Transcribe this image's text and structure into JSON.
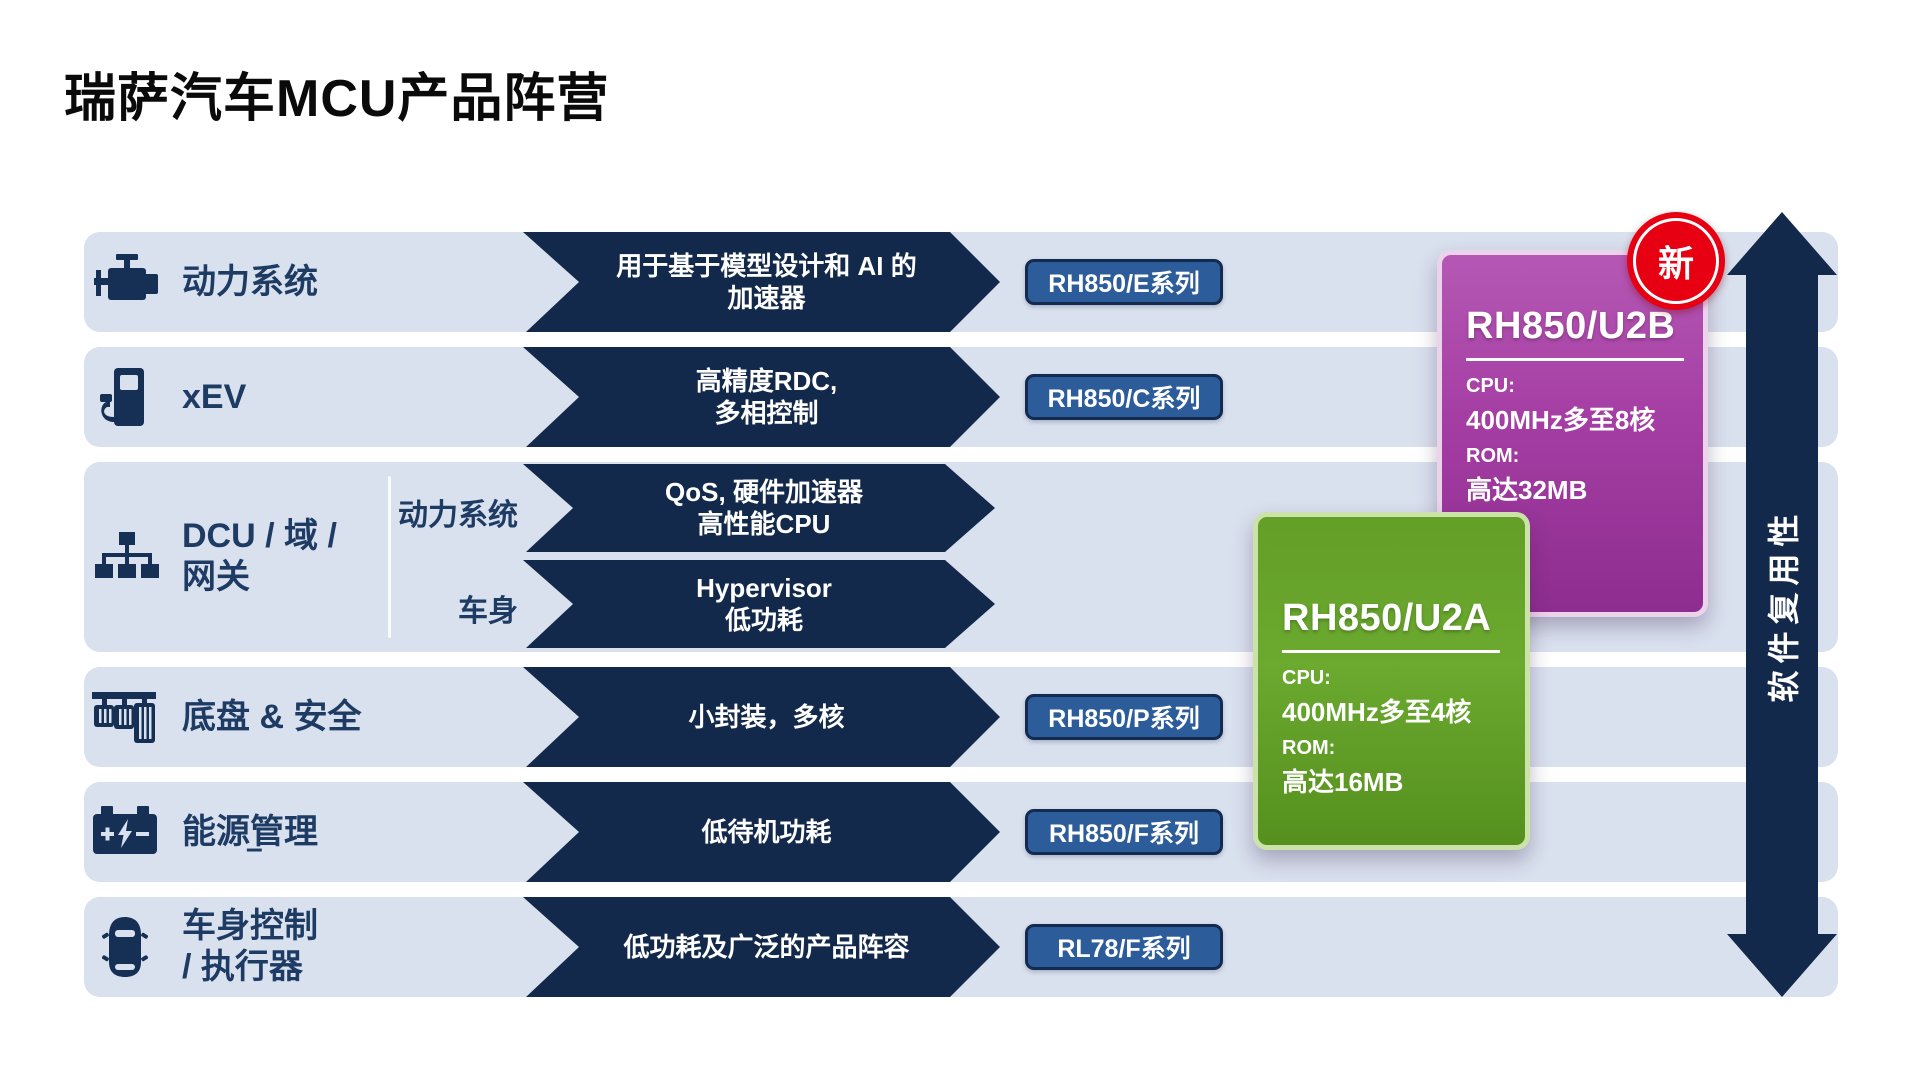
{
  "title": "瑞萨汽车MCU产品阵营",
  "rows": [
    {
      "icon": "engine-icon",
      "label1": "动力系统",
      "label2": "",
      "arrow1": "用于基于模型设计和 AI 的",
      "arrow2": "加速器",
      "series": "RH850/E系列"
    },
    {
      "icon": "fuel-pump-icon",
      "label1": "xEV",
      "label2": "",
      "arrow1": "高精度RDC,",
      "arrow2": "多相控制",
      "series": "RH850/C系列"
    },
    {
      "icon": "network-tree-icon",
      "label1": "DCU / 域 /",
      "label2": "网关",
      "sub_rows": [
        {
          "label": "动力系统",
          "arrow1": "QoS, 硬件加速器",
          "arrow2": "高性能CPU"
        },
        {
          "label": "车身",
          "arrow1": "Hypervisor",
          "arrow2": "低功耗"
        }
      ]
    },
    {
      "icon": "pedals-icon",
      "label1": "底盘 & 安全",
      "label2": "",
      "arrow1": "小封装，多核",
      "arrow2": "",
      "series": "RH850/P系列"
    },
    {
      "icon": "battery-icon",
      "label1": "能源管理",
      "label2": "",
      "stray_mark": "–",
      "arrow1": "低待机功耗",
      "arrow2": "",
      "series": "RH850/F系列"
    },
    {
      "icon": "car-top-icon",
      "label1": "车身控制",
      "label2": "/ 执行器",
      "arrow1": "低功耗及广泛的产品阵容",
      "arrow2": "",
      "series": "RL78/F系列"
    }
  ],
  "cards": [
    {
      "name": "RH850/U2A",
      "cpu_label": "CPU:",
      "cpu_value": "400MHz多至4核",
      "rom_label": "ROM:",
      "rom_value": "高达16MB",
      "color_top": "#6ba92f",
      "color_bottom": "#55901e"
    },
    {
      "name": "RH850/U2B",
      "cpu_label": "CPU:",
      "cpu_value": "400MHz多至8核",
      "rom_label": "ROM:",
      "rom_value": "高达32MB",
      "color_top": "#b558b4",
      "color_bottom": "#8e2d90"
    }
  ],
  "badge": {
    "label": "新",
    "color": "#e60012"
  },
  "reuse_axis": {
    "label": "软件复用性"
  },
  "colors": {
    "band": "#d9e0ee",
    "arrow_navy": "#13294b",
    "button_fill": "#2c5c99",
    "label_navy": "#1d3b63"
  }
}
